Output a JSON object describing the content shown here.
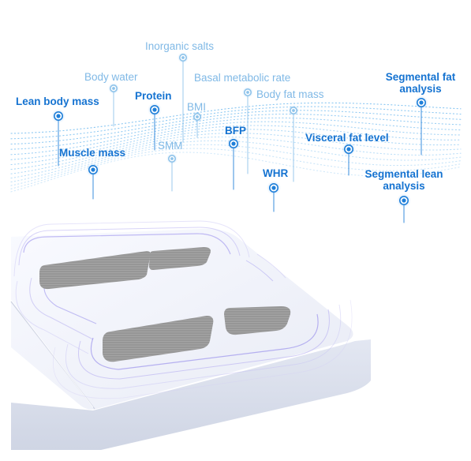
{
  "labels": {
    "lean_body_mass": "Lean body mass",
    "body_water": "Body water",
    "inorganic_salts": "Inorganic salts",
    "basal_metabolic_rate": "Basal metabolic rate",
    "segmental_fat_analysis": "Segmental fat\nanalysis",
    "protein": "Protein",
    "bmi": "BMI",
    "body_fat_mass": "Body fat mass",
    "muscle_mass": "Muscle mass",
    "smm": "SMM",
    "bfp": "BFP",
    "visceral_fat_level": "Visceral fat level",
    "whr": "WHR",
    "segmental_lean_analysis": "Segmental lean\nanalysis"
  },
  "colors": {
    "accent_dark": "#1573d1",
    "accent_light": "#80b9e6",
    "scale_body": "#eef1f8",
    "electrode": "#8e8e8e",
    "glow": "#7d8cf0"
  }
}
